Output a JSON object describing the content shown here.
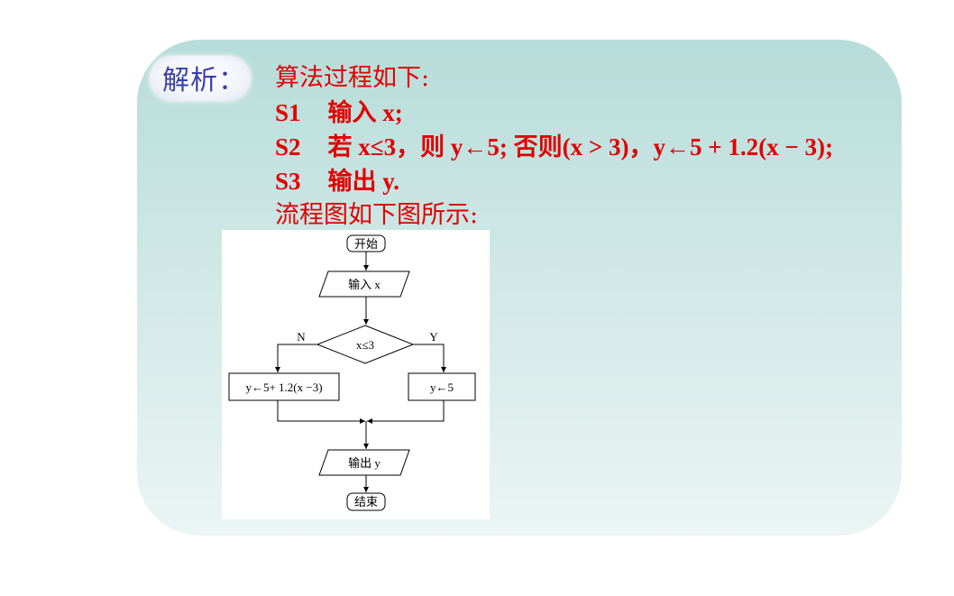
{
  "tag_label": "解析：",
  "solution": {
    "intro": "算法过程如下:",
    "s1_label": "S1",
    "s1_text": "输入 x;",
    "s2_label": "S2",
    "s2_text": "若 x≤3，则 y←5;  否则(x > 3)，y←5 + 1.2(x − 3);",
    "s3_label": "S3",
    "s3_text": "输出 y.",
    "outro": "流程图如下图所示:"
  },
  "flowchart": {
    "start": "开始",
    "input": "输入 x",
    "decision": "x≤3",
    "no_label": "N",
    "yes_label": "Y",
    "no_branch": "y←5+ 1.2(x −3)",
    "yes_branch": "y←5",
    "output": "输出 y",
    "end": "结束"
  },
  "colors": {
    "panel": "#c4e3e0",
    "text_red": "#e00000",
    "tag_text": "#3a3fa8"
  }
}
